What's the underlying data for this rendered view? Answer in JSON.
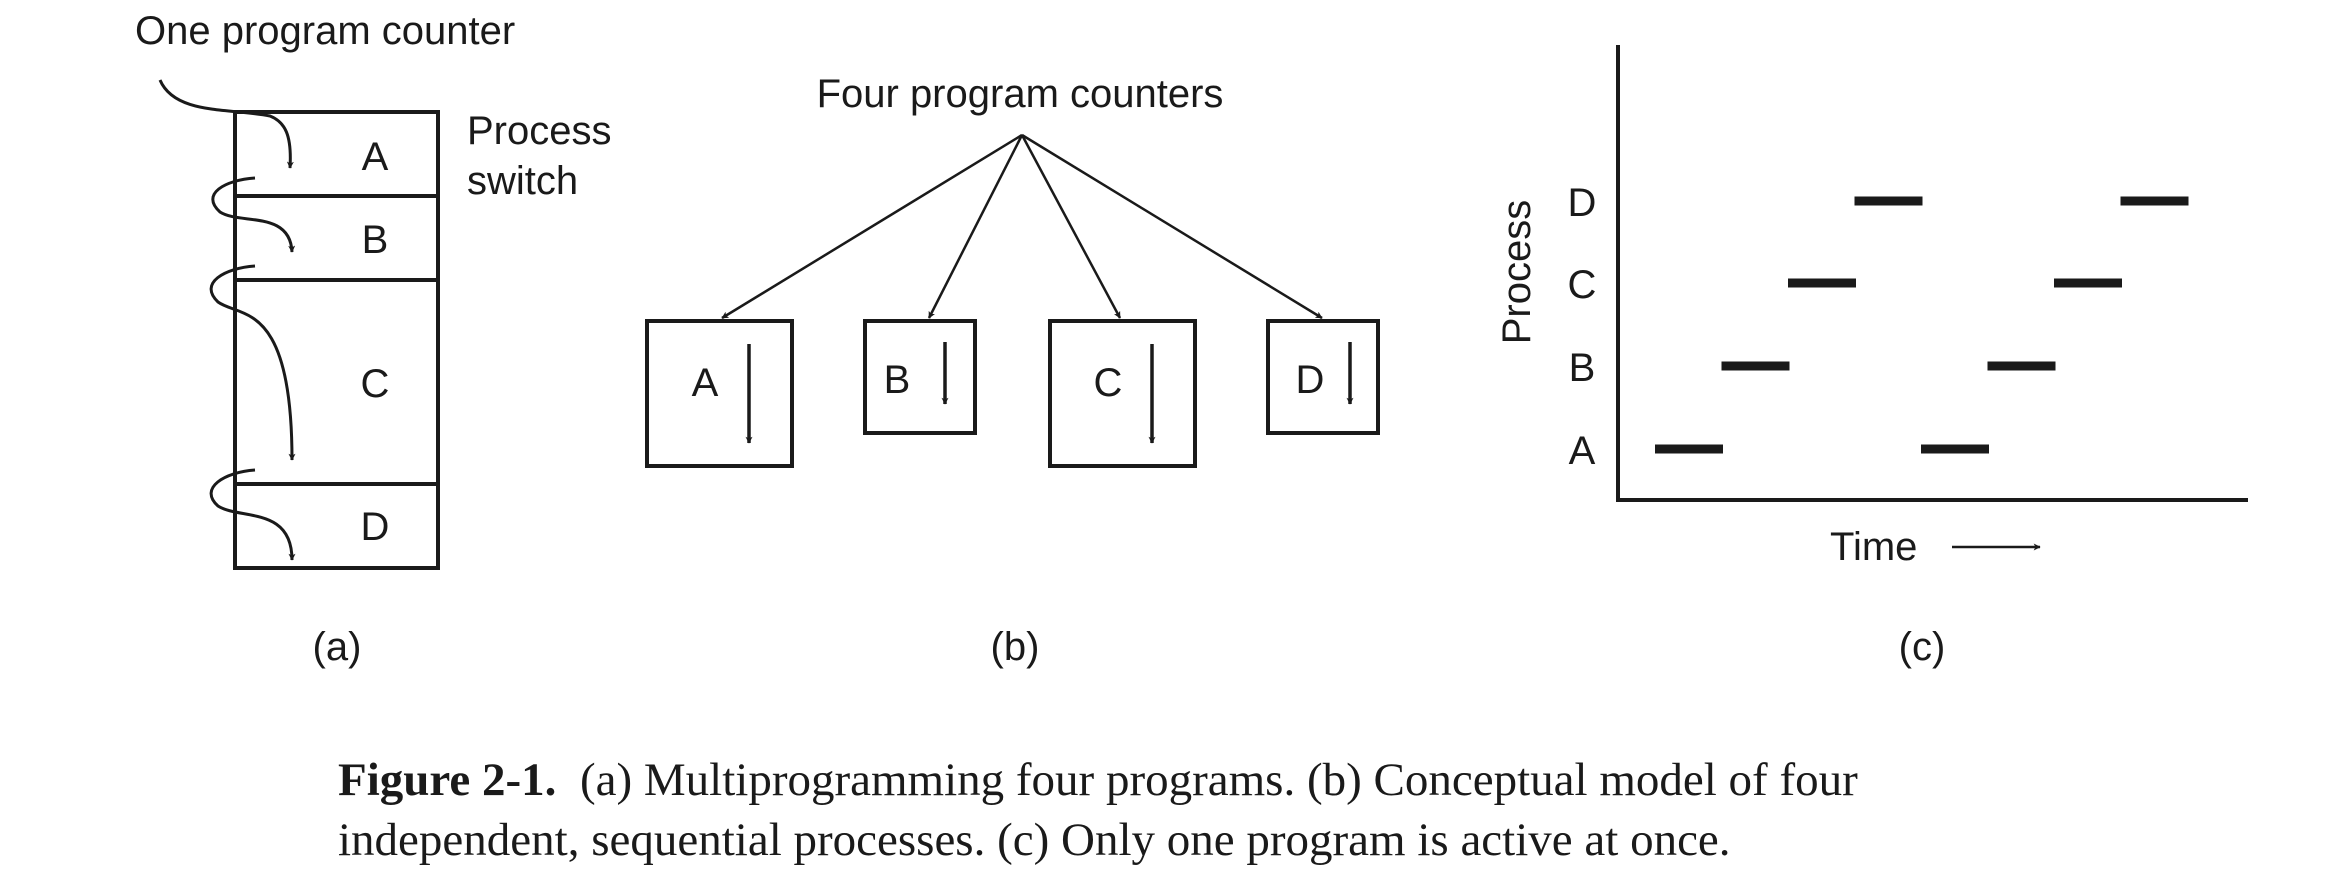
{
  "panel_a": {
    "pointer_label": "One program counter",
    "switch_label_line1": "Process",
    "switch_label_line2": "switch",
    "blocks": [
      "A",
      "B",
      "C",
      "D"
    ],
    "caption_tag": "(a)"
  },
  "panel_b": {
    "pointer_label": "Four program counters",
    "boxes": [
      "A",
      "B",
      "C",
      "D"
    ],
    "caption_tag": "(b)"
  },
  "panel_c": {
    "y_label": "Process",
    "x_label": "Time",
    "processes": [
      "A",
      "B",
      "C",
      "D"
    ],
    "caption_tag": "(c)",
    "schedule": [
      {
        "process": "A",
        "order": 1
      },
      {
        "process": "B",
        "order": 2
      },
      {
        "process": "C",
        "order": 3
      },
      {
        "process": "D",
        "order": 4
      },
      {
        "process": "A",
        "order": 5
      },
      {
        "process": "B",
        "order": 6
      },
      {
        "process": "C",
        "order": 7
      },
      {
        "process": "D",
        "order": 8
      }
    ]
  },
  "caption": {
    "label": "Figure 2-1.",
    "line1_rest": "(a) Multiprogramming four programs.  (b) Conceptual model of four",
    "line2": "independent, sequential processes.  (c) Only one program is active at once."
  }
}
